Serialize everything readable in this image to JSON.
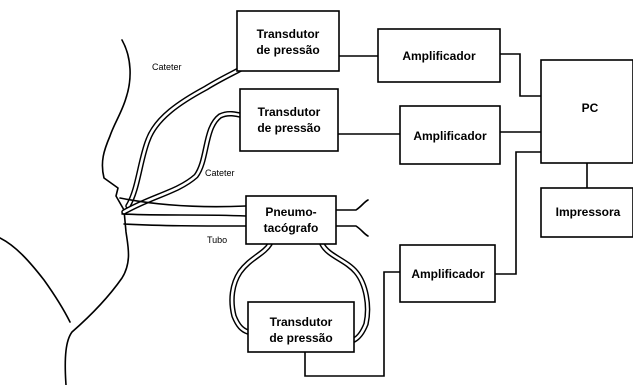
{
  "blocks": {
    "transducer_top": {
      "line1": "Transdutor",
      "line2": "de pressão"
    },
    "transducer_middle": {
      "line1": "Transdutor",
      "line2": "de pressão"
    },
    "transducer_bottom": {
      "line1": "Transdutor",
      "line2": "de pressão"
    },
    "amplifier_top": {
      "label": "Amplificador"
    },
    "amplifier_middle": {
      "label": "Amplificador"
    },
    "amplifier_bottom": {
      "label": "Amplificador"
    },
    "pc": {
      "label": "PC"
    },
    "printer": {
      "label": "Impressora"
    },
    "pneumotachograph": {
      "line1": "Pneumo-",
      "line2": "tacógrafo"
    }
  },
  "labels": {
    "catheter_top": "Cateter",
    "catheter_middle": "Cateter",
    "tube": "Tubo"
  },
  "colors": {
    "line": "#000000",
    "background": "#ffffff"
  }
}
